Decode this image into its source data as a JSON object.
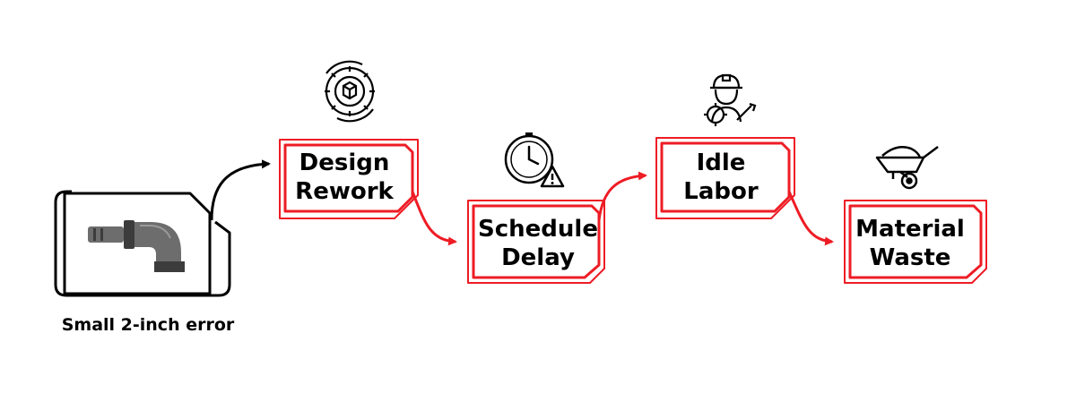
{
  "source": {
    "caption": "Small 2-inch error",
    "icon": "pipe-elbow-icon"
  },
  "stages": [
    {
      "line1": "Design",
      "line2": "Rework",
      "icon": "gear-cycle-icon"
    },
    {
      "line1": "Schedule",
      "line2": "Delay",
      "icon": "clock-warning-icon"
    },
    {
      "line1": "Idle",
      "line2": "Labor",
      "icon": "worker-icon"
    },
    {
      "line1": "Material",
      "line2": "Waste",
      "icon": "wheelbarrow-icon"
    }
  ],
  "colors": {
    "accent": "#ee1c25",
    "ink": "#000000",
    "pipe": "#6d6d6d",
    "pipe_dark": "#3c3c3c"
  }
}
